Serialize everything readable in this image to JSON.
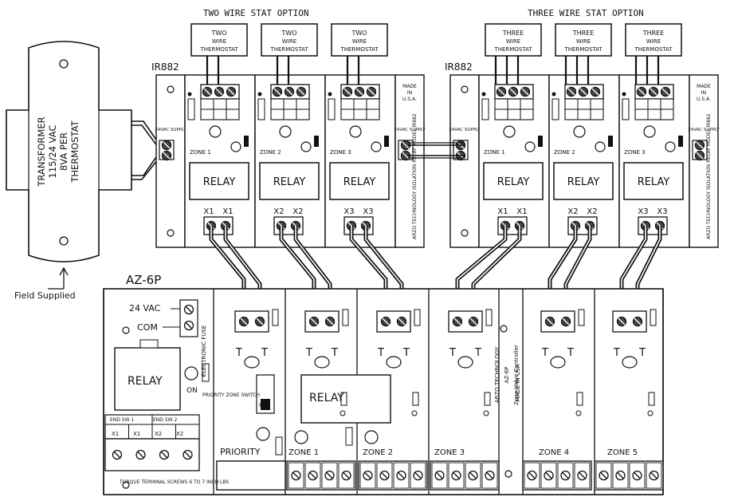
{
  "top_left_header": "TWO WIRE STAT OPTION",
  "top_right_header": "THREE WIRE STAT OPTION",
  "two_wire_stat": [
    "TWO",
    "WIRE",
    "THERMOSTAT"
  ],
  "three_wire_stat": [
    "THREE",
    "WIRE",
    "THERMOSTAT"
  ],
  "ir_board_label": "IR882",
  "relay_label": "RELAY",
  "zone_label": "ZONE",
  "zone_numbers": [
    "1",
    "2",
    "3"
  ],
  "ir_terminals_left": [
    "X1",
    "X1",
    "X2",
    "X2",
    "X3",
    "X3"
  ],
  "ir_terminals_right": [
    "X1",
    "X1",
    "X2",
    "X2",
    "X3",
    "X3"
  ],
  "supply_label": "24VAC SUPPLY",
  "made_in": [
    "MADE",
    "IN",
    "U.S.A."
  ],
  "ir_side_text": "ARZO TECHNOLOGY ISOLATION RELAY MODEL IR882",
  "transformer_text": [
    "TRANSFORMER",
    "115/24 VAC",
    "8VA PER",
    "THERMOSTAT"
  ],
  "field_supplied": "Field Supplied",
  "az_label": "AZ-6P",
  "az_24vac": "24 VAC",
  "az_com": "COM",
  "az_fuse": "ELECTRONIC FUSE",
  "az_on": "ON",
  "az_priority_zone": "PRIORITY ZONE SWITCH",
  "az_off": "OFF",
  "az_priority": "PRIORITY",
  "az_zone_labels": [
    "ZONE 1",
    "ZONE 2",
    "ZONE 3",
    "ZONE 4",
    "ZONE 5"
  ],
  "az_terminal_t": "T",
  "az_bottom_text": "TORQUE TERMINAL SCREWS 6 TO 7 INCH LBS",
  "az_relay_headers": [
    "END SW 1",
    "END SW 2"
  ],
  "az_relay_terms": [
    "X1",
    "X1",
    "X2",
    "X2"
  ],
  "az_made_usa": "MADE IN USA",
  "az_center_text": [
    "ARZO TECHNOLOGY",
    "AZ-6P",
    "Zone Valve Controller"
  ],
  "colors": {
    "ink": "#111111",
    "board": "#ffffff",
    "bg": "#ffffff"
  }
}
